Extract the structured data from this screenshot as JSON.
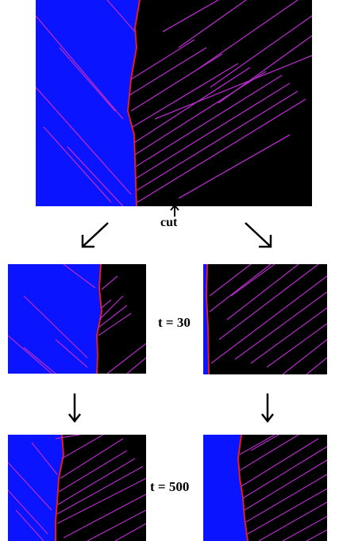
{
  "labels": {
    "cut": "cut",
    "t1": "t = 30",
    "t2": "t = 500"
  },
  "colors": {
    "domain_left": "#0a14ff",
    "background": "#000000",
    "streak": "#b52cc9",
    "interface": "#e0201c"
  },
  "icons": [
    "arrow-down-left-icon",
    "arrow-up-icon",
    "arrow-down-right-icon",
    "arrow-down-icon"
  ]
}
